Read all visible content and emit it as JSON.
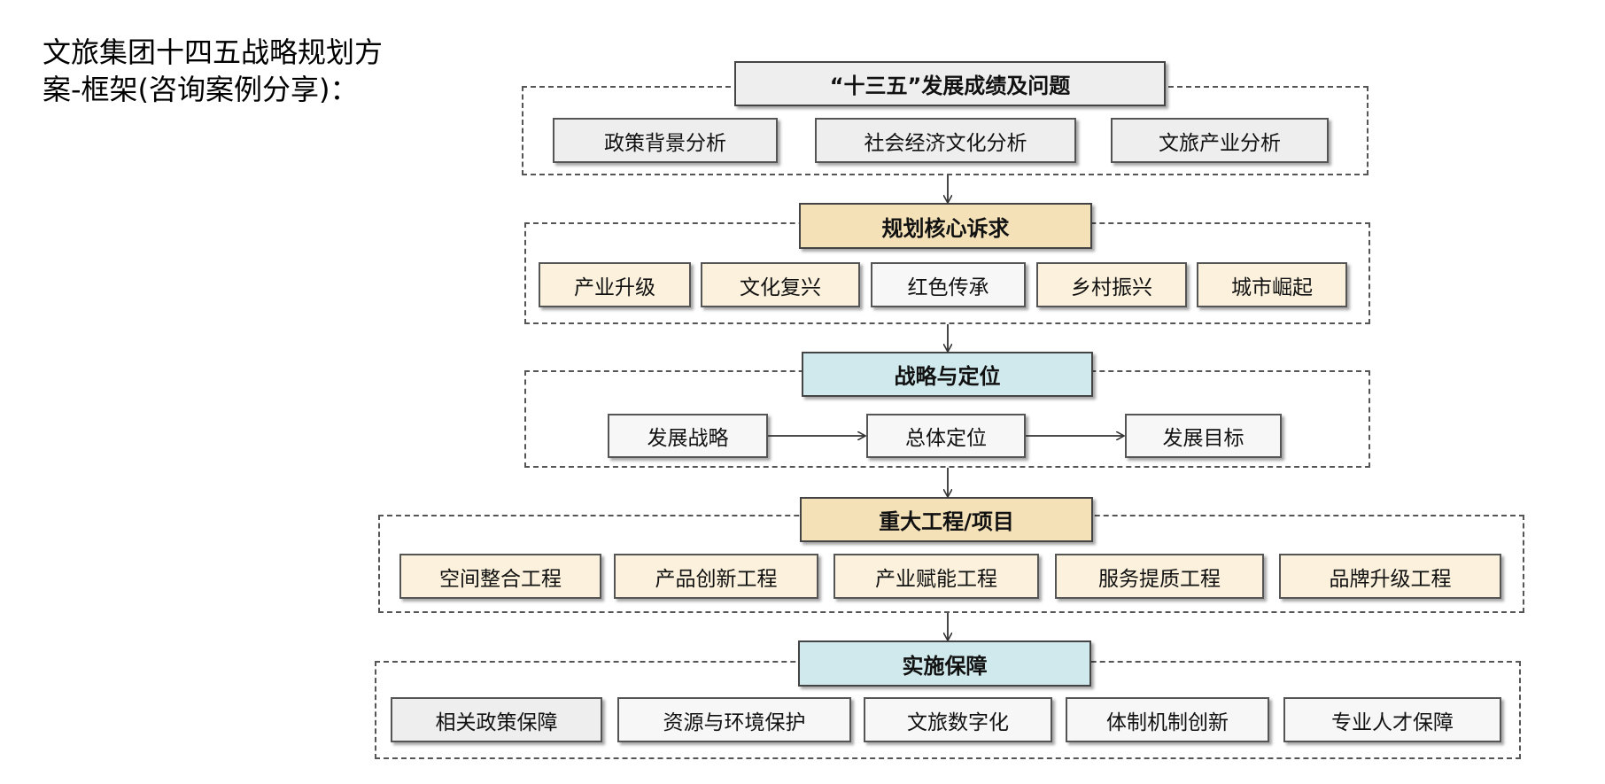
{
  "title": {
    "line1": "文旅集团十四五战略规划方",
    "line2": "案-框架(咨询案例分享)："
  },
  "sections": {
    "achievements": {
      "header": "“十三五”发展成绩及问题",
      "items": [
        "政策背景分析",
        "社会经济文化分析",
        "文旅产业分析"
      ]
    },
    "core_demands": {
      "header": "规划核心诉求",
      "items": [
        "产业升级",
        "文化复兴",
        "红色传承",
        "乡村振兴",
        "城市崛起"
      ]
    },
    "strategy": {
      "header": "战略与定位",
      "items": [
        "发展战略",
        "总体定位",
        "发展目标"
      ]
    },
    "projects": {
      "header": "重大工程/项目",
      "items": [
        "空间整合工程",
        "产品创新工程",
        "产业赋能工程",
        "服务提质工程",
        "品牌升级工程"
      ]
    },
    "guarantees": {
      "header": "实施保障",
      "items": [
        "相关政策保障",
        "资源与环境保护",
        "文旅数字化",
        "体制机制创新",
        "专业人才保障"
      ]
    }
  },
  "colors": {
    "gray_box": "#eeeeee",
    "tan_header": "#f4e1b8",
    "tan_item": "#fbf1dc",
    "teal_header": "#cfe9ec"
  }
}
